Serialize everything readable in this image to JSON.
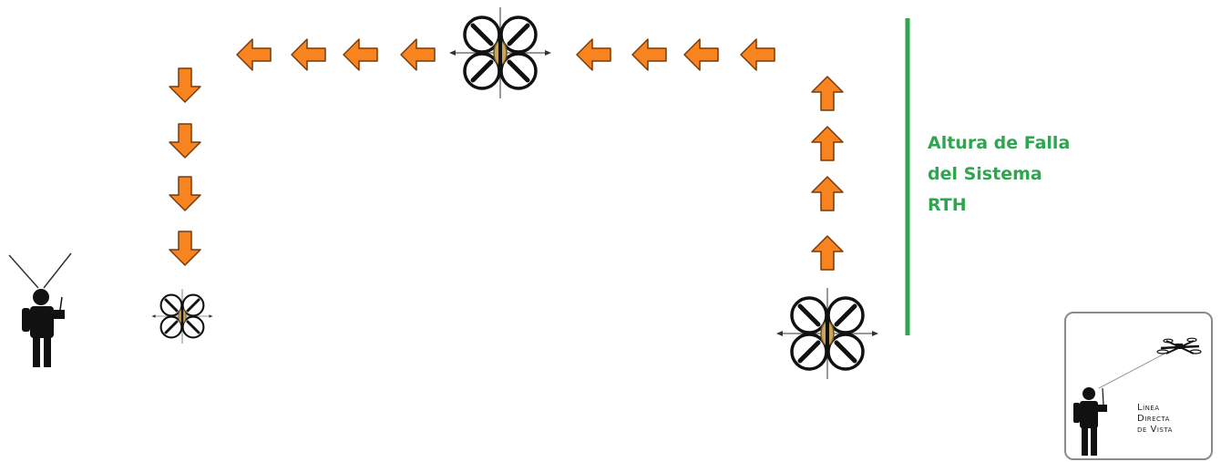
{
  "diagram": {
    "rth_label": {
      "line1": "Altura de Falla",
      "line2": "del Sistema",
      "line3": "RTH"
    },
    "line_of_sight_sign": {
      "line1": "Línea",
      "line2": "Directa",
      "line3": "de Vista"
    }
  },
  "colors": {
    "arrow_fill": "#f7841f",
    "arrow_stroke": "#7a3a0a",
    "rth_line": "#2fa54f",
    "rth_text": "#2fa54f",
    "figure": "#111111"
  },
  "icons": {
    "operator": "person-with-remote-icon",
    "drone": "quadcopter-icon",
    "arrow": "orange-arrow-icon"
  }
}
